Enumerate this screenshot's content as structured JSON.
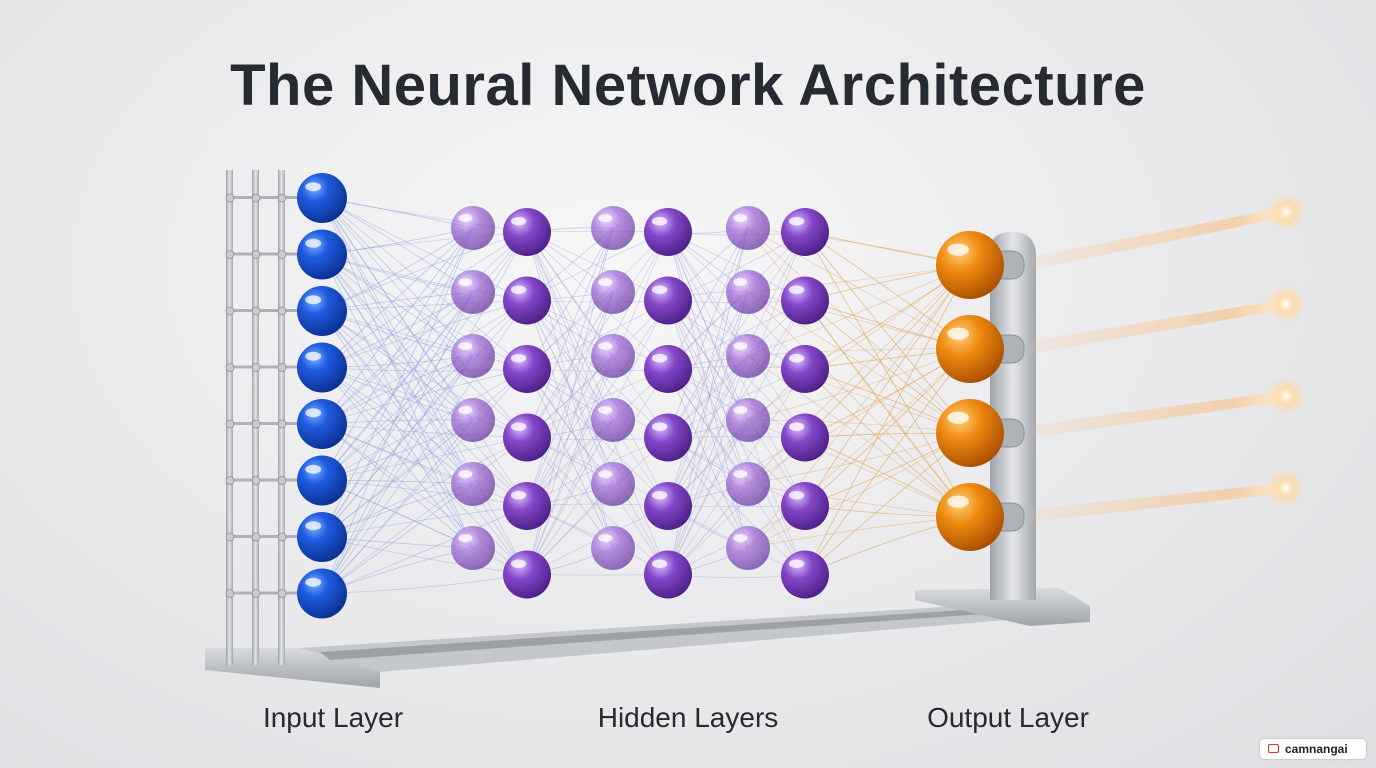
{
  "title": "The Neural Network Architecture",
  "labels": {
    "input": "Input Layer",
    "hidden": "Hidden Layers",
    "output": "Output Layer"
  },
  "watermark": "camnangai",
  "colors": {
    "input_node": "#1447c8",
    "hidden_node": "#8a52c9",
    "output_node": "#e67f0e",
    "input_connection": "#8f9fe0",
    "hidden_connection": "#a69ad6",
    "output_connection": "#e0a458",
    "frame": "#b9bec4"
  },
  "layers": [
    {
      "name": "input",
      "nodes": 8
    },
    {
      "name": "hidden-1",
      "nodes": 6
    },
    {
      "name": "hidden-2",
      "nodes": 6
    },
    {
      "name": "hidden-3",
      "nodes": 6
    },
    {
      "name": "output",
      "nodes": 4
    }
  ]
}
